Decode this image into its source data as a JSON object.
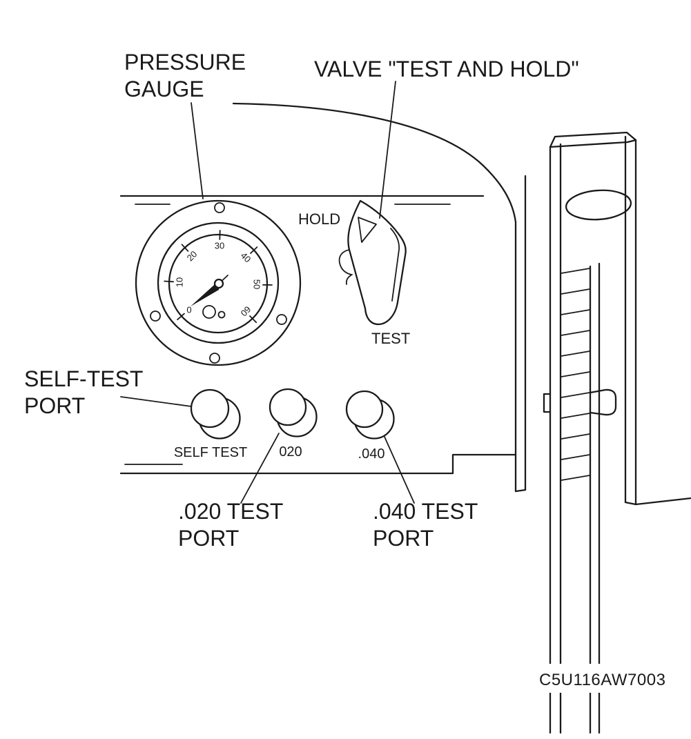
{
  "figure": {
    "code": "C5U116AW7003"
  },
  "callouts": {
    "pressure_gauge": {
      "line1": "PRESSURE",
      "line2": "GAUGE"
    },
    "valve": "VALVE \"TEST AND HOLD\"",
    "self_test_port": {
      "line1": "SELF-TEST",
      "line2": "PORT"
    },
    "test_port_020": {
      "line1": ".020 TEST",
      "line2": "PORT"
    },
    "test_port_040": {
      "line1": ".040 TEST",
      "line2": "PORT"
    }
  },
  "valve": {
    "position_hold": "HOLD",
    "position_test": "TEST"
  },
  "ports": {
    "self_test": "SELF TEST",
    "p020": "020",
    "p040": ".040"
  },
  "gauge": {
    "ticks": [
      "0",
      "10",
      "20",
      "30",
      "40",
      "50",
      "60"
    ]
  },
  "colors": {
    "ink": "#1a1a1a",
    "background": "#ffffff"
  }
}
